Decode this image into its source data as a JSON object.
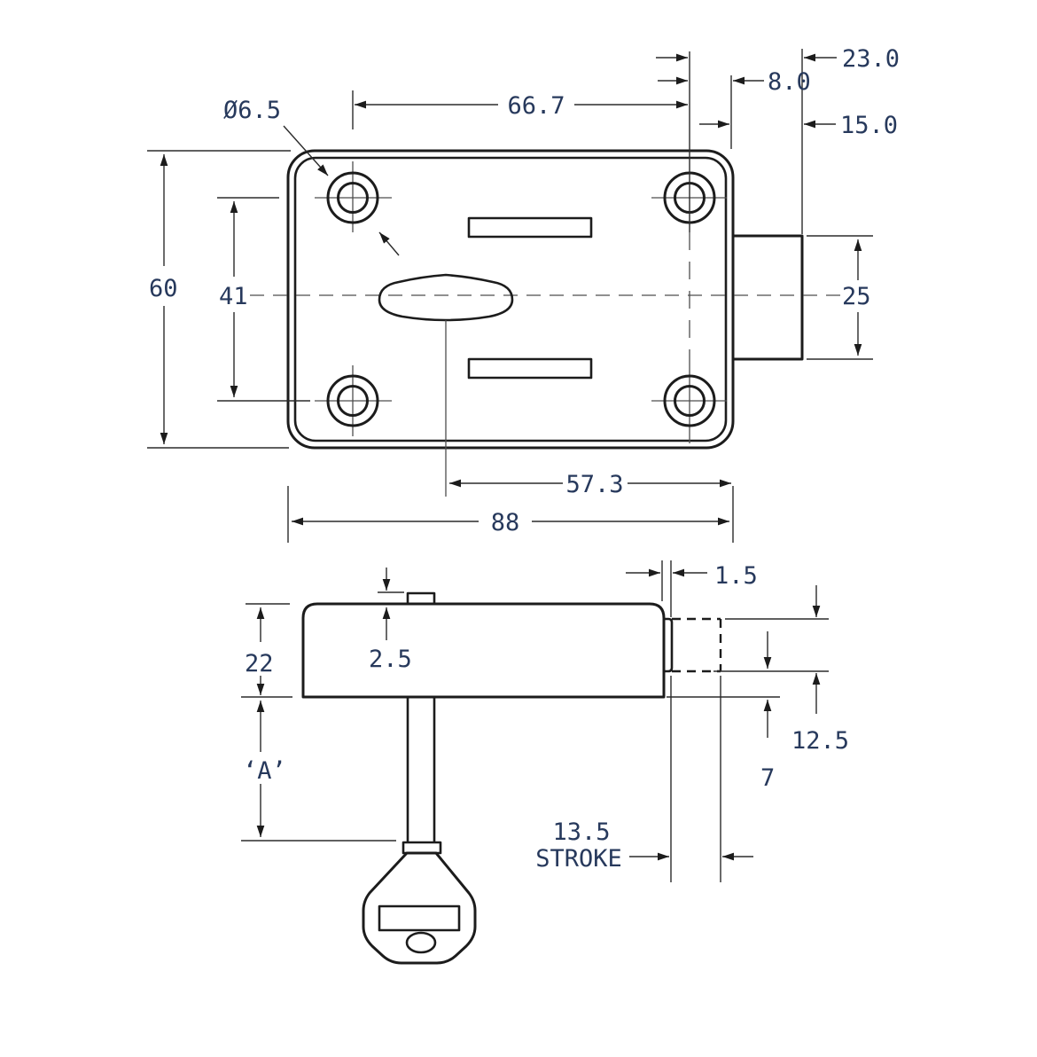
{
  "drawing": {
    "title": "Safe lock dimensioned engineering drawing",
    "views": {
      "top": "lock case plan view",
      "side": "lock case side view with key"
    },
    "dimensions": {
      "hole_diameter": "Ø6.5",
      "hole_spacing_horizontal": "66.7",
      "body_width": "88",
      "body_height": "60",
      "hole_spacing_vertical": "41",
      "bolt_width": "25",
      "spindle_to_edge": "57.3",
      "hole_to_edge": "8.0",
      "hole_to_bolt_tip": "23.0",
      "bolt_projection": "15.0",
      "case_depth": "22",
      "pip_height": "2.5",
      "key_length": "‘A’",
      "bolt_retracted_protrusion": "1.5",
      "bolt_thickness": "12.5",
      "bolt_bottom_offset": "7",
      "stroke_value": "13.5",
      "stroke_label": "STROKE"
    },
    "colors": {
      "line": "#1c1c1c",
      "dimension_line": "#2b2b2b",
      "center_line": "#4d4d4d",
      "text": "#27395c",
      "background": "#ffffff"
    }
  }
}
